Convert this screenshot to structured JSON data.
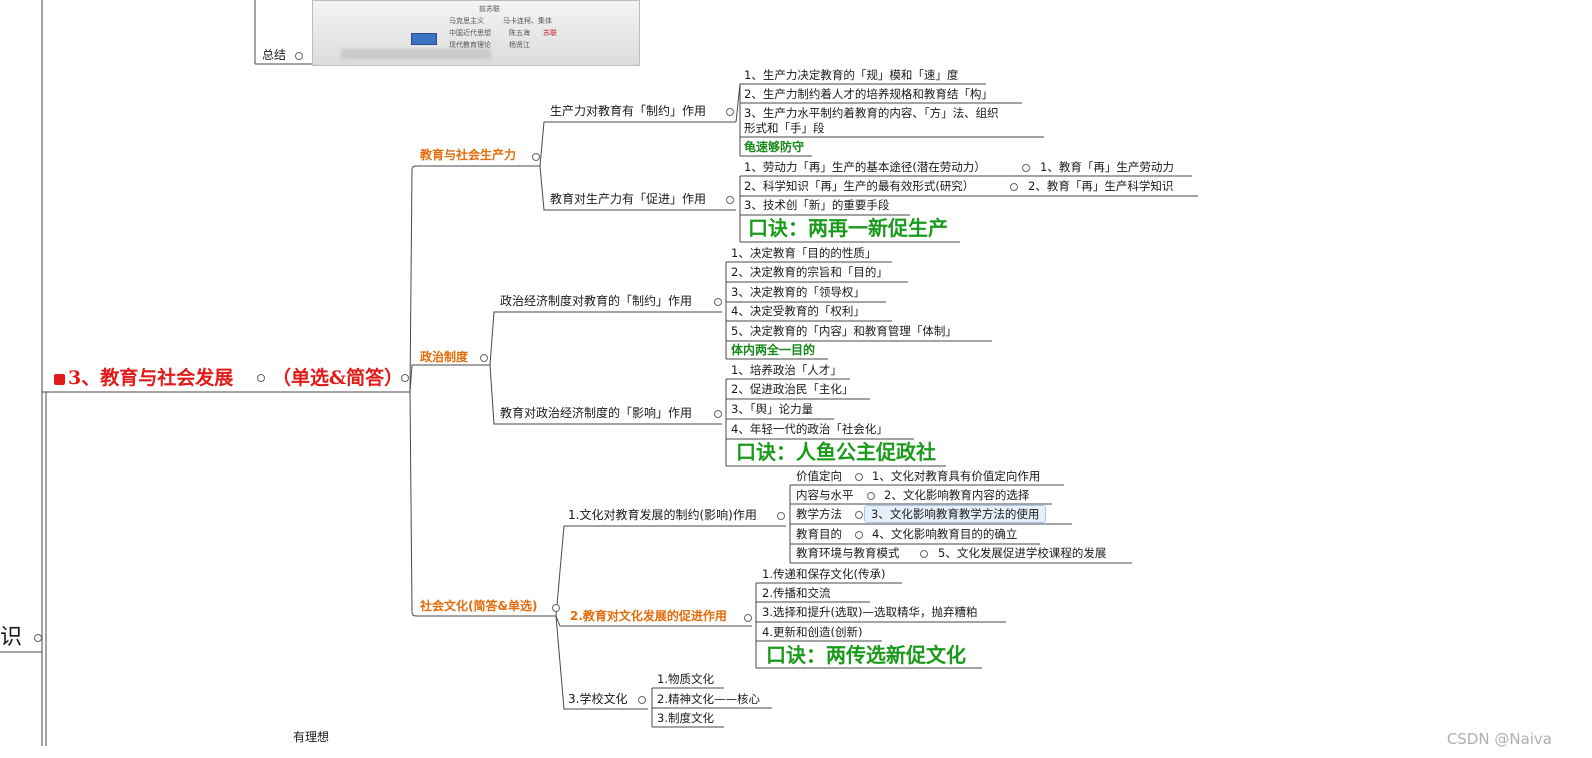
{
  "root": {
    "label": "识"
  },
  "thumbnail": {
    "summary": "总结",
    "snippets": [
      "马克思主义",
      "马卡连柯、集体",
      "中国近代思想",
      "陈五海",
      "现代教育理论",
      "杨贤江",
      "苏联",
      "前苏联"
    ]
  },
  "main_topic": {
    "label": "3、教育与社会发展",
    "suffix": "（单选&简答）"
  },
  "productivity": {
    "label": "教育与社会生产力",
    "restrict": {
      "label": "生产力对教育有「制约」作用",
      "items": [
        "1、生产力决定教育的「规」模和「速」度",
        "2、生产力制约着人才的培养规格和教育结「构」",
        "3、生产力水平制约着教育的内容、「方」法、组织",
        "形式和「手」段"
      ],
      "mnemonic": "龟速够防守"
    },
    "promote": {
      "label": "教育对生产力有「促进」作用",
      "items": [
        "1、劳动力「再」生产的基本途径(潜在劳动力）",
        "2、科学知识「再」生产的最有效形式(研究）",
        "3、技术创「新」的重要手段"
      ],
      "sub": [
        "1、教育「再」生产劳动力",
        "2、教育「再」生产科学知识"
      ],
      "mnemonic": "口诀：两再一新促生产"
    }
  },
  "politics": {
    "label": "政治制度",
    "restrict": {
      "label": "政治经济制度对教育的「制约」作用",
      "items": [
        "1、决定教育「目的的性质」",
        "2、决定教育的宗旨和「目的」",
        "3、决定教育的「领导权」",
        "4、决定受教育的「权利」",
        "5、决定教育的「内容」和教育管理「体制」"
      ],
      "mnemonic": "体内两全一目的"
    },
    "influence": {
      "label": "教育对政治经济制度的「影响」作用",
      "items": [
        "1、培养政治「人才」",
        "2、促进政治民「主化」",
        "3、「舆」论力量",
        "4、年轻一代的政治「社会化」"
      ],
      "mnemonic": "口诀：人鱼公主促政社"
    }
  },
  "culture": {
    "label": "社会文化(简答&单选)",
    "restrict": {
      "label": "1.文化对教育发展的制约(影响)作用",
      "items": [
        {
          "k": "价值定向",
          "v": "1、文化对教育具有价值定向作用"
        },
        {
          "k": "内容与水平",
          "v": "2、文化影响教育内容的选择"
        },
        {
          "k": "教学方法",
          "v": "3、文化影响教育教学方法的使用"
        },
        {
          "k": "教育目的",
          "v": "4、文化影响教育目的的确立"
        },
        {
          "k": "教育环境与教育模式",
          "v": "5、文化发展促进学校课程的发展"
        }
      ]
    },
    "promote": {
      "label": "2.教育对文化发展的促进作用",
      "items": [
        "1.传递和保存文化(传承)",
        "2.传播和交流",
        "3.选择和提升(选取)—选取精华，抛弃糟粕",
        "4.更新和创造(创新)"
      ],
      "mnemonic": "口诀：两传选新促文化"
    },
    "school": {
      "label": "3.学校文化",
      "items": [
        "1.物质文化",
        "2.精神文化——核心",
        "3.制度文化"
      ]
    }
  },
  "footer_node": "有理想",
  "watermark": "CSDN @Naiva"
}
